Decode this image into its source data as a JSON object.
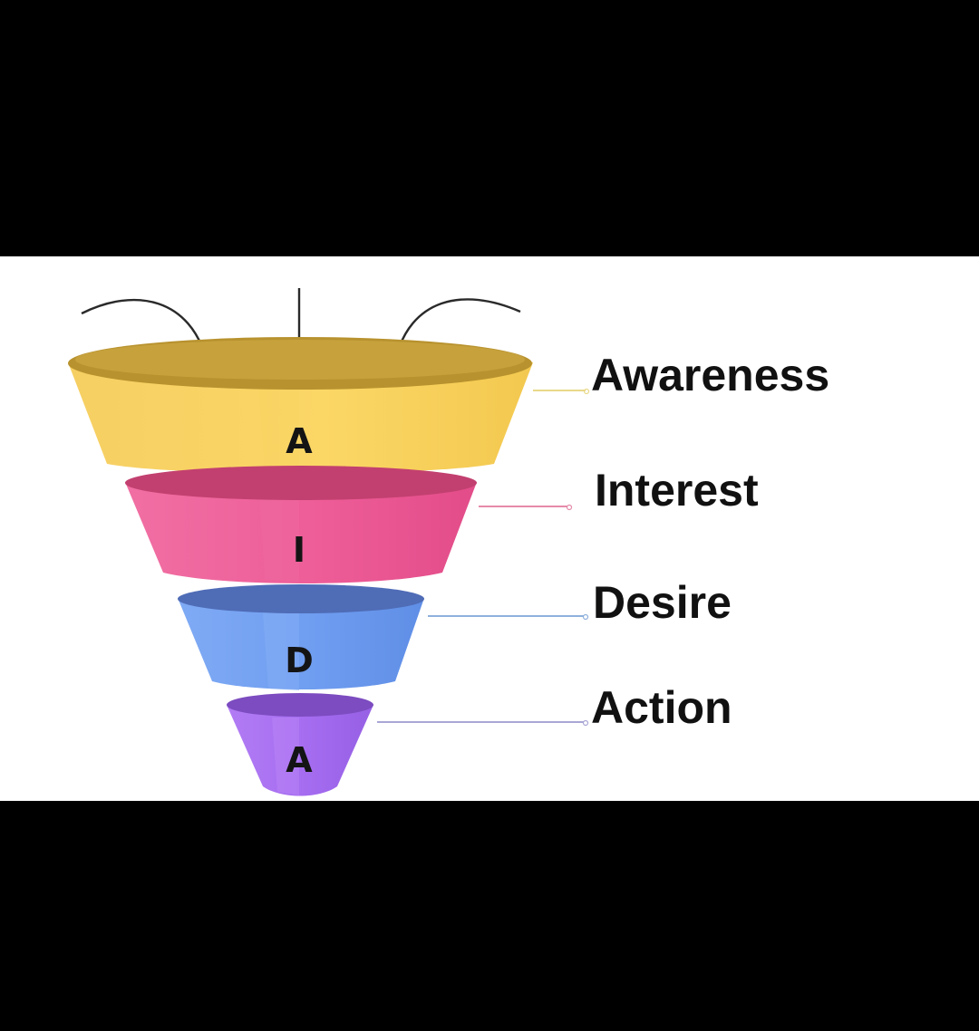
{
  "diagram": {
    "type": "funnel",
    "stages": [
      {
        "letter": "A",
        "label": "Awareness",
        "color": "#f8d25a",
        "rim_color": "#b8922e",
        "leader_color": "#e9d98a"
      },
      {
        "letter": "I",
        "label": "Interest",
        "color": "#ec5a97",
        "rim_color": "#c2406f",
        "leader_color": "#e58aa9"
      },
      {
        "letter": "D",
        "label": "Desire",
        "color": "#6f9df0",
        "rim_color": "#4f6cb6",
        "leader_color": "#8fb0dc"
      },
      {
        "letter": "A",
        "label": "Action",
        "color": "#a56cf0",
        "rim_color": "#7c4cc0",
        "leader_color": "#a9a6d6"
      }
    ],
    "background": "#ffffff",
    "frame_color": "#000000",
    "arrow_icons": [
      "curved-arrow-down-right-icon",
      "straight-arrow-down-icon",
      "curved-arrow-down-left-icon"
    ]
  }
}
